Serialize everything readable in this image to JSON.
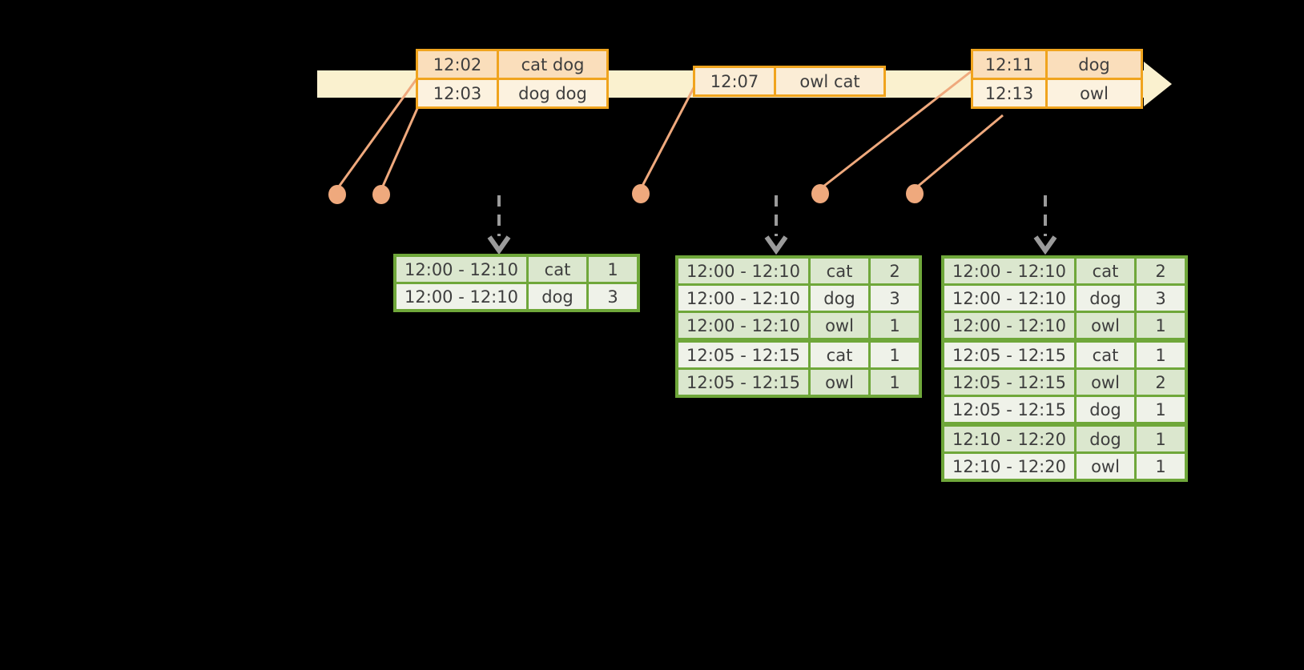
{
  "colors": {
    "background": "#000000",
    "timeline_fill": "#FAF1CF",
    "event_border": "#F0A41E",
    "event_row_dark": "#FADEBB",
    "event_row_light": "#FCF2DF",
    "connector_orange": "#EFA97D",
    "dashed_arrow_gray": "#9B9B9B",
    "result_border": "#6FA73A",
    "result_row_dark": "#DBE7CE",
    "result_row_light": "#EFF2E9",
    "text": "#3E3E3E"
  },
  "event_tables": [
    {
      "rows": [
        {
          "time": "12:02",
          "words": "cat dog"
        },
        {
          "time": "12:03",
          "words": "dog dog"
        }
      ]
    },
    {
      "rows": [
        {
          "time": "12:07",
          "words": "owl cat"
        }
      ]
    },
    {
      "rows": [
        {
          "time": "12:11",
          "words": "dog"
        },
        {
          "time": "12:13",
          "words": "owl"
        }
      ]
    }
  ],
  "result_tables": [
    {
      "rows": [
        {
          "window": "12:00 - 12:10",
          "word": "cat",
          "count": "1"
        },
        {
          "window": "12:00 - 12:10",
          "word": "dog",
          "count": "3"
        }
      ]
    },
    {
      "rows": [
        {
          "window": "12:00 - 12:10",
          "word": "cat",
          "count": "2"
        },
        {
          "window": "12:00 - 12:10",
          "word": "dog",
          "count": "3"
        },
        {
          "window": "12:00 - 12:10",
          "word": "owl",
          "count": "1"
        },
        {
          "window": "12:05 - 12:15",
          "word": "cat",
          "count": "1"
        },
        {
          "window": "12:05 - 12:15",
          "word": "owl",
          "count": "1"
        }
      ]
    },
    {
      "rows": [
        {
          "window": "12:00 - 12:10",
          "word": "cat",
          "count": "2"
        },
        {
          "window": "12:00 - 12:10",
          "word": "dog",
          "count": "3"
        },
        {
          "window": "12:00 - 12:10",
          "word": "owl",
          "count": "1"
        },
        {
          "window": "12:05 - 12:15",
          "word": "cat",
          "count": "1"
        },
        {
          "window": "12:05 - 12:15",
          "word": "owl",
          "count": "2"
        },
        {
          "window": "12:05 - 12:15",
          "word": "dog",
          "count": "1"
        },
        {
          "window": "12:10 - 12:20",
          "word": "dog",
          "count": "1"
        },
        {
          "window": "12:10 - 12:20",
          "word": "owl",
          "count": "1"
        }
      ]
    }
  ]
}
